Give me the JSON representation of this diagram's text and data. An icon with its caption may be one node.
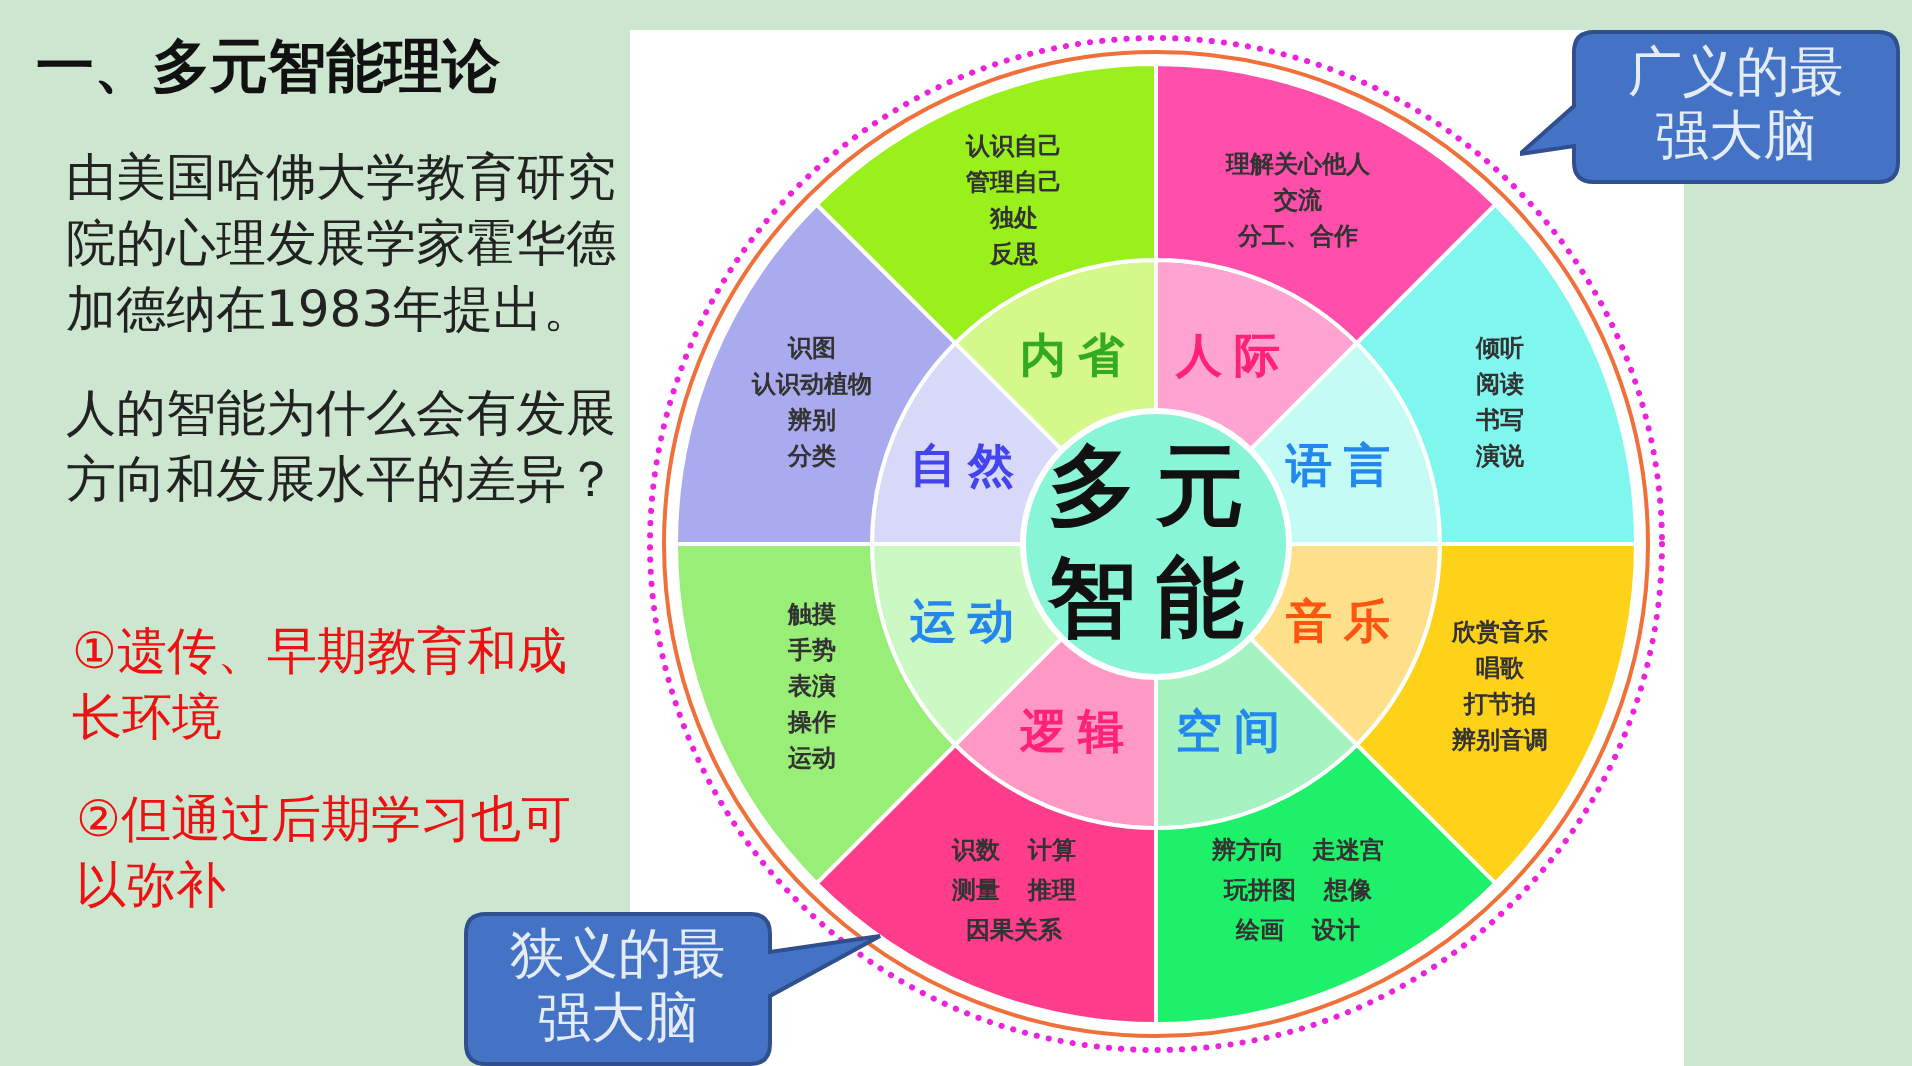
{
  "diagram": {
    "title": "一、多元智能理论",
    "nodes": [
      {
        "text": [
          "多元智能"
        ]
      },
      {
        "text": [
          "内省"
        ]
      },
      {
        "text": [
          "人际"
        ]
      },
      {
        "text": [
          "语言"
        ]
      },
      {
        "text": [
          "音乐"
        ]
      },
      {
        "text": [
          "空间"
        ]
      },
      {
        "text": [
          "逻辑"
        ]
      },
      {
        "text": [
          "运动"
        ]
      },
      {
        "text": [
          "自然"
        ]
      },
      {
        "text": [
          "认识自己",
          "管理自己",
          "独处",
          "反思"
        ]
      },
      {
        "text": [
          "理解关心他人",
          "交流",
          "分工、合作"
        ]
      },
      {
        "text": [
          "倾听",
          "阅读",
          "书写",
          "演说"
        ]
      },
      {
        "text": [
          "欣赏音乐",
          "唱歌",
          "打节拍",
          "辨别音调"
        ]
      },
      {
        "text": [
          "辨方向",
          "走迷宫",
          "玩拼图",
          "想像",
          "绘画",
          "设计"
        ]
      },
      {
        "text": [
          "识数",
          "计算",
          "测量",
          "推理",
          "因果关系"
        ]
      },
      {
        "text": [
          "触摸",
          "手势",
          "表演",
          "操作",
          "运动"
        ]
      },
      {
        "text": [
          "识图",
          "认识动植物",
          "辨别",
          "分类"
        ]
      },
      {
        "text": [
          "广义的最强大脑"
        ]
      },
      {
        "text": [
          "狭义的最强大脑"
        ]
      }
    ],
    "edges": [],
    "labels": [
      "由美国哈佛大学教育研究院的心理发展学家霍华德加德纳在1983年提出。",
      "人的智能为什么会有发展方向和发展水平的差异？",
      "①遗传、早期教育和成长环境",
      "②但通过后期学习也可以弥补"
    ]
  }
}
